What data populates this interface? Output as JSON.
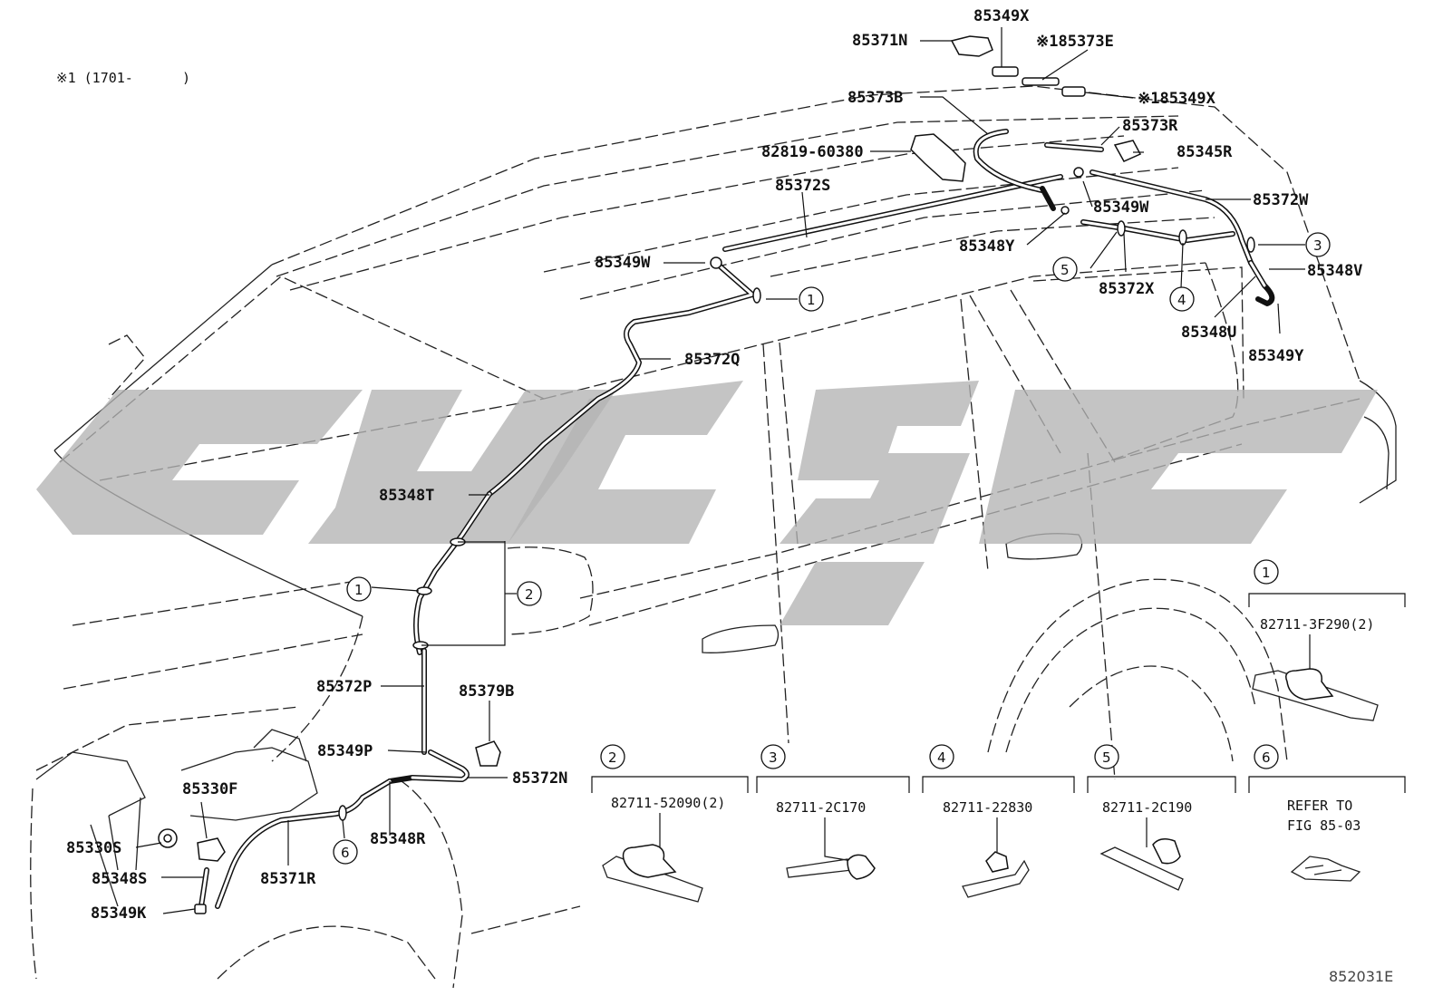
{
  "note": "※1 (1701-      )",
  "diagram_code": "852031E",
  "part_labels": {
    "p85349X_top": "85349X",
    "p85371N": "85371N",
    "p85373E": "※185373E",
    "p85349X_right": "※185349X",
    "p85373B": "85373B",
    "p85373R": "85373R",
    "p82819": "82819-60380",
    "p85345R": "85345R",
    "p85372S": "85372S",
    "p85372W": "85372W",
    "p85349W_right": "85349W",
    "p85349W_left": "85349W",
    "p85348Y": "85348Y",
    "p85348V": "85348V",
    "p85372X": "85372X",
    "p85348U": "85348U",
    "p85349Y": "85349Y",
    "p85372Q": "85372Q",
    "p85348T": "85348T",
    "p85372P": "85372P",
    "p85379B": "85379B",
    "p85349P": "85349P",
    "p85372N": "85372N",
    "p85330F": "85330F",
    "p85330S": "85330S",
    "p85348R": "85348R",
    "p85348S": "85348S",
    "p85371R": "85371R",
    "p85349K": "85349K"
  },
  "callouts": {
    "c1": "1",
    "c2": "2",
    "c3": "3",
    "c4": "4",
    "c5": "5",
    "c6": "6"
  },
  "clip_panels": [
    {
      "index": "1",
      "part": "82711-3F290(2)"
    },
    {
      "index": "2",
      "part": "82711-52090(2)"
    },
    {
      "index": "3",
      "part": "82711-2C170"
    },
    {
      "index": "4",
      "part": "82711-22830"
    },
    {
      "index": "5",
      "part": "82711-2C190"
    },
    {
      "index": "6",
      "refer_line1": "REFER TO",
      "refer_line2": "FIG 85-03"
    }
  ]
}
